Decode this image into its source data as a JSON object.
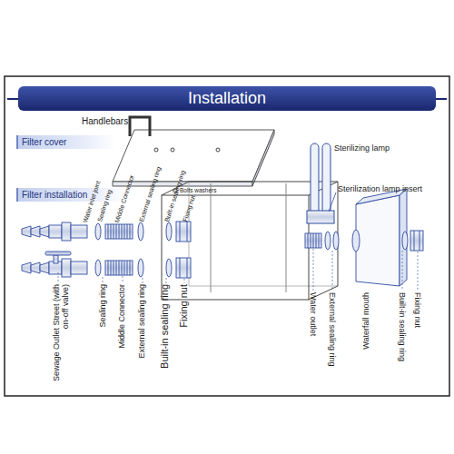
{
  "diagram": {
    "title": "Installation",
    "nodes": [
      {
        "text": [
          "Filter cover"
        ]
      },
      {
        "text": [
          "Filter installation"
        ]
      }
    ],
    "labels": [
      "Handlebars",
      "Bolts washers",
      "Water inlet joint",
      "Sealing ring",
      "Middle Connector",
      "External sealing ring",
      "Built-in sealing ring",
      "Fixing nut",
      "Sterilizing lamp",
      "Sterilization lamp insert",
      "Sewage Outlet Street (with on-off valve)",
      "Sealing ring",
      "Middle Connector",
      "External sealing ring",
      "Built-in sealing ring",
      "Fixing nut",
      "Water outlet",
      "External sealing ring",
      "Waterfall mouth",
      "Built-in sealing ring",
      "Fixing nut"
    ]
  }
}
